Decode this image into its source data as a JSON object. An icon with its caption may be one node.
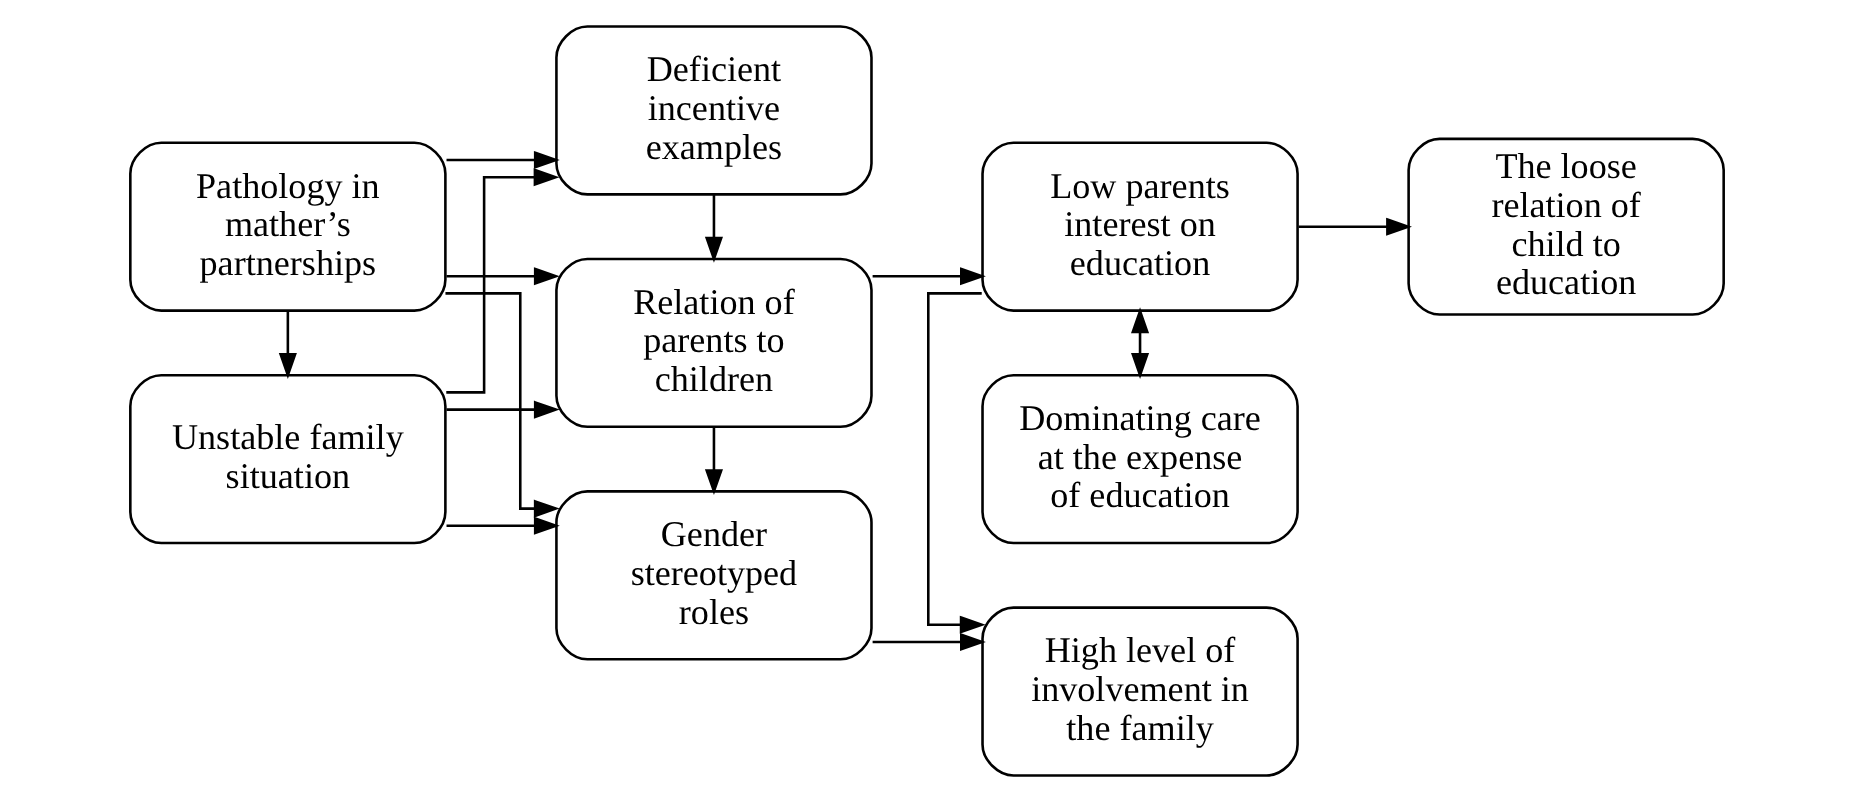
{
  "diagram": {
    "nodes": [
      {
        "text": [
          "Pathology in mather’s partnerships"
        ]
      },
      {
        "text": [
          "Unstable family situation"
        ]
      },
      {
        "text": [
          "Gender stereotyped roles"
        ]
      },
      {
        "text": [
          "Relation of parents to children"
        ]
      },
      {
        "text": [
          "Deficient incentive examples"
        ]
      },
      {
        "text": [
          "High level of involvement in the family"
        ]
      },
      {
        "text": [
          "Low parents interest on education"
        ]
      },
      {
        "text": [
          "Dominating care at the expense of education"
        ]
      },
      {
        "text": [
          "The loose relation of child to education"
        ]
      }
    ],
    "edges": [
      {
        "from": 0,
        "to": 1,
        "arrow": "to"
      },
      {
        "from": 0,
        "to": 2,
        "arrow": "to"
      },
      {
        "from": 0,
        "to": 3,
        "arrow": "to"
      },
      {
        "from": 0,
        "to": 4,
        "arrow": "to"
      },
      {
        "from": 1,
        "to": 2,
        "arrow": "to"
      },
      {
        "from": 1,
        "to": 3,
        "arrow": "to"
      },
      {
        "from": 1,
        "to": 4,
        "arrow": "to"
      },
      {
        "from": 4,
        "to": 3,
        "arrow": "to"
      },
      {
        "from": 3,
        "to": 2,
        "arrow": "to"
      },
      {
        "from": 3,
        "to": 6,
        "arrow": "to"
      },
      {
        "from": 2,
        "to": 5,
        "arrow": "to"
      },
      {
        "from": 6,
        "to": 5,
        "arrow": "to"
      },
      {
        "from": 6,
        "to": 7,
        "arrow": "both"
      },
      {
        "from": 6,
        "to": 8,
        "arrow": "to"
      }
    ]
  }
}
